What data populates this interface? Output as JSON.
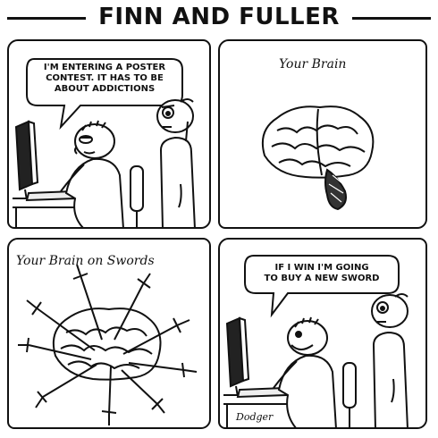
{
  "title": "FINN AND FULLER",
  "panels": [
    {
      "balloon_lines": [
        "I'M ENTERING A POSTER",
        "CONTEST. IT HAS TO BE",
        "ABOUT ADDICTIONS"
      ]
    },
    {
      "caption": "Your Brain"
    },
    {
      "caption": "Your Brain on Swords"
    },
    {
      "balloon_lines": [
        "IF I WIN I'M GOING",
        "TO BUY A NEW SWORD"
      ],
      "signature": "Dodger"
    }
  ]
}
